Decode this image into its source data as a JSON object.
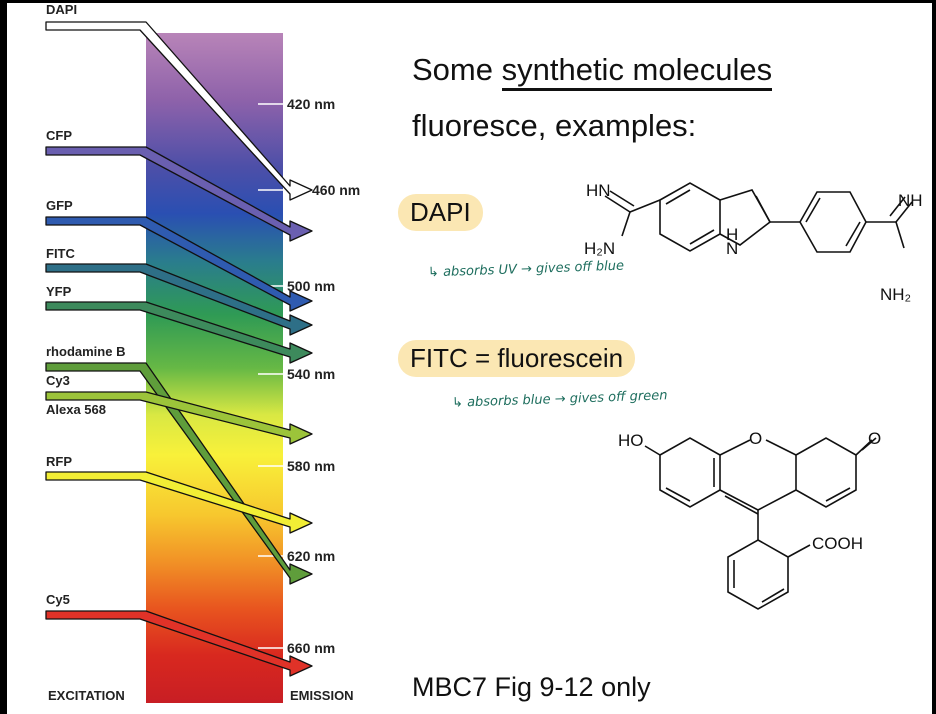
{
  "figure": {
    "column_labels": {
      "left": "EXCITATION",
      "right": "EMISSION"
    },
    "wavelengths": [
      "420 nm",
      "460 nm",
      "500 nm",
      "540 nm",
      "580 nm",
      "620 nm",
      "660 nm"
    ],
    "dyes": [
      {
        "name": "DAPI",
        "color": "#ffffff"
      },
      {
        "name": "CFP",
        "color": "#6a5fb0"
      },
      {
        "name": "GFP",
        "color": "#2f5bb0"
      },
      {
        "name": "FITC",
        "color": "#2e6f87"
      },
      {
        "name": "YFP",
        "color": "#3d8a5c"
      },
      {
        "name": "rhodamine B",
        "color": "#5f9d3b"
      },
      {
        "name": "Cy3",
        "color": "#9cc43a"
      },
      {
        "name": "Alexa 568",
        "color": "#9cc43a"
      },
      {
        "name": "RFP",
        "color": "#f2ee35"
      },
      {
        "name": "Cy5",
        "color": "#e03228"
      }
    ]
  },
  "slide": {
    "title_prefix": "Some ",
    "title_underlined": "synthetic molecules",
    "title_line2": "fluoresce, examples:",
    "dapi_label": "DAPI",
    "dapi_note": "↳ absorbs UV → gives off blue",
    "fitc_label": "FITC = fluorescein",
    "fitc_note": "↳ absorbs blue → gives off green",
    "footer": "MBC7 Fig 9-12 only"
  },
  "structures": {
    "dapi_atoms": [
      "HN",
      "H₂N",
      "N",
      "H",
      "NH",
      "NH₂"
    ],
    "fitc_atoms": [
      "HO",
      "O",
      "O",
      "COOH"
    ]
  }
}
